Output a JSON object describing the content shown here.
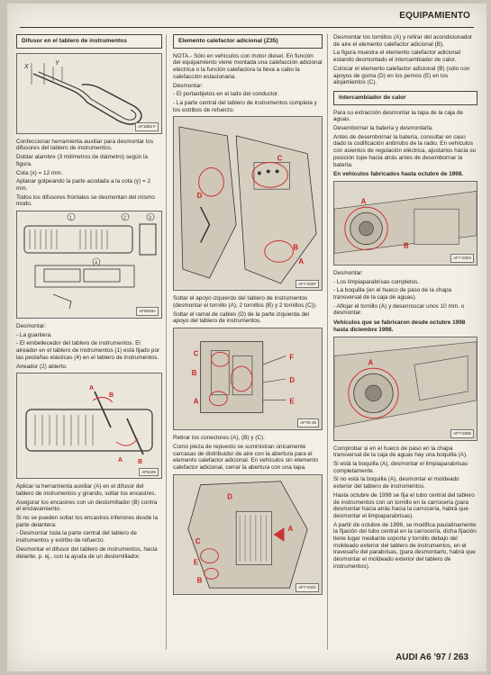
{
  "header": {
    "section": "EQUIPAMIENTO"
  },
  "footer": {
    "page": "AUDI A6 '97 / 263"
  },
  "col1": {
    "title": "Difusor en el tablero de instrumentos",
    "fig1": {
      "code": "AF1852 F",
      "labels": [
        "X",
        "Y"
      ]
    },
    "p1": "Confeccionar herramienta auxiliar para desmontar los difusores del tablero de instrumentos.",
    "p2": "Doblar alambre (3 milímetros de diámetro) según la figura.",
    "p3": "Cota (x) = 12 mm.",
    "p4": "Aplanar golpeando la parte acodada a la cota (y) = 2 mm.",
    "p5": "Todos los difusores frontales se desmontan del mismo modo.",
    "fig2": {
      "code": "AF5048A",
      "labels": [
        "1",
        "2",
        "3",
        "4"
      ]
    },
    "p6": "Desmontar:",
    "p7": "- La guantera.",
    "p8": "- El embellecedor del tablero de instrumentos. El aireador en el tablero de instrumentos (1) está fijado por las pestañas elásticas (4) en el tablero de instrumentos.",
    "p9": "Aireador (2) abierto.",
    "fig3": {
      "code": "AF5425",
      "labels": [
        "A",
        "B",
        "A",
        "B"
      ]
    },
    "p10": "Aplicar la herramienta auxiliar (A) en el difusor del tablero de instrumentos y girando, soltar los encastres.",
    "p11": "Asegurar los encastres con un destornillador (B) contra el enclavamiento.",
    "p12": "Si no se pueden soltar los encastres inferiores desde la parte delantera:",
    "p13": "- Desmontar toda la parte central del tablero de instrumentos y estribo de refuerzo.",
    "p14": "Desmontar el difusor del tablero de instrumentos, hacia delante, p. ej., con la ayuda de un destornillador."
  },
  "col2": {
    "title": "Elemento calefactor adicional (Z35)",
    "p1": "NOTA.- Sólo en vehículos con motor diesel. En función del equipamiento viene montada una calefacción adicional eléctrica o la función calefactora la lleva a cabo la calefacción estacionaria.",
    "p2": "Desmontar:",
    "p3": "- El portaobjetos en el lado del conductor.",
    "p4": "- La parte central del tablero de instrumentos completa y los estribos de refuerzo.",
    "fig1": {
      "code": "AF7-0297",
      "labels": [
        "D",
        "C",
        "B",
        "A"
      ]
    },
    "p5": "Soltar el apoyo izquierdo del tablero de instrumentos (desmontar el tornillo (A), 2 tornillos (B) y 2 tornillos (C)).",
    "p6": "Soltar el ramal de cables (D) de la parte izquierda del apoyo del tablero de instrumentos.",
    "fig2": {
      "code": "AF7E-25",
      "labels": [
        "C",
        "B",
        "A",
        "F",
        "D",
        "E"
      ]
    },
    "p7": "Retirar los conectores (A), (B) y (C).",
    "p8": "Como pieza de repuesto se suministran únicamente carcasas de distribuidor de aire con la abertura para el elemento calefactor adicional. En vehículos sin elemento calefactor adicional, cerrar la abertura con una tapa.",
    "fig3": {
      "code": "AF7-0321",
      "labels": [
        "D",
        "C",
        "E",
        "B",
        "A"
      ]
    }
  },
  "col3": {
    "p1": "Desmontar los tornillos (A) y retirar del acondicionador de aire el elemento calefactor adicional (B).",
    "p2": "La figura muestra el elemento calefactor adicional estando desmontado el intercambiador de calor.",
    "p3": "Colocar el elemento calefactor adicional (B) (sólo con apoyos de goma (D) en los pernos (E) en los alojamientos (C).",
    "title": "Intercambiador de calor",
    "p4": "Para su extracción desmontar la tapa de la caja de aguas.",
    "p5": "Desembornar la batería y desmontarla.",
    "p6": "Antes de desembornar la batería, consultar en caso dado la codificación antirrobo de la radio. En vehículos con asientos de regulación eléctrica, ajustarlos hacia su posición tope hacia atrás antes de desembornar la batería.",
    "sub1": "En vehículos fabricados hasta octubre de 1998.",
    "fig1": {
      "code": "AF7-0304",
      "labels": [
        "A",
        "B"
      ]
    },
    "p7": "Desmontar:",
    "p8": "- Los limpiaparabrisas completos.",
    "p9": "- La boquilla (en el hueco de paso de la chapa transversal de la caja de aguas).",
    "p10": "- Aflojar el tornillo (A) y desenroscar unos 10 mm. o desmontar.",
    "sub2": "Vehículos que se fabricaron desde octubre 1998 hasta diciembre 1998.",
    "fig2": {
      "code": "AF7-0306",
      "labels": [
        "A"
      ]
    },
    "p11": "Comprobar si en el hueco de paso en la chapa transversal de la caja de aguas hay una boquilla (A).",
    "p12": "Si está la boquilla (A), desmontar el limpiaparabrisas completamente.",
    "p13": "Si no está la boquilla (A), desmontar el moldeado exterior del tablero de instrumentos.",
    "p14": "Hasta octubre de 1998 se fija el tubo central del tablero de instrumentos con un tornillo en la carrocería (para desmontar hacia atrás hacia la carrocería, habrá que desmontar el limpiaparabrisas).",
    "p15": "A partir de octubre de 1998, se modifica paulatinamente la fijación del tubo central en la carrocería, dicha fijación tiene lugar mediante soporte y tornillo debajo del moldeado exterior del tablero de instrumentos, en el travesaño del parabrisas, (para desmontarlo, habrá que desmontar el moldeado exterior del tablero de instrumentos)."
  }
}
